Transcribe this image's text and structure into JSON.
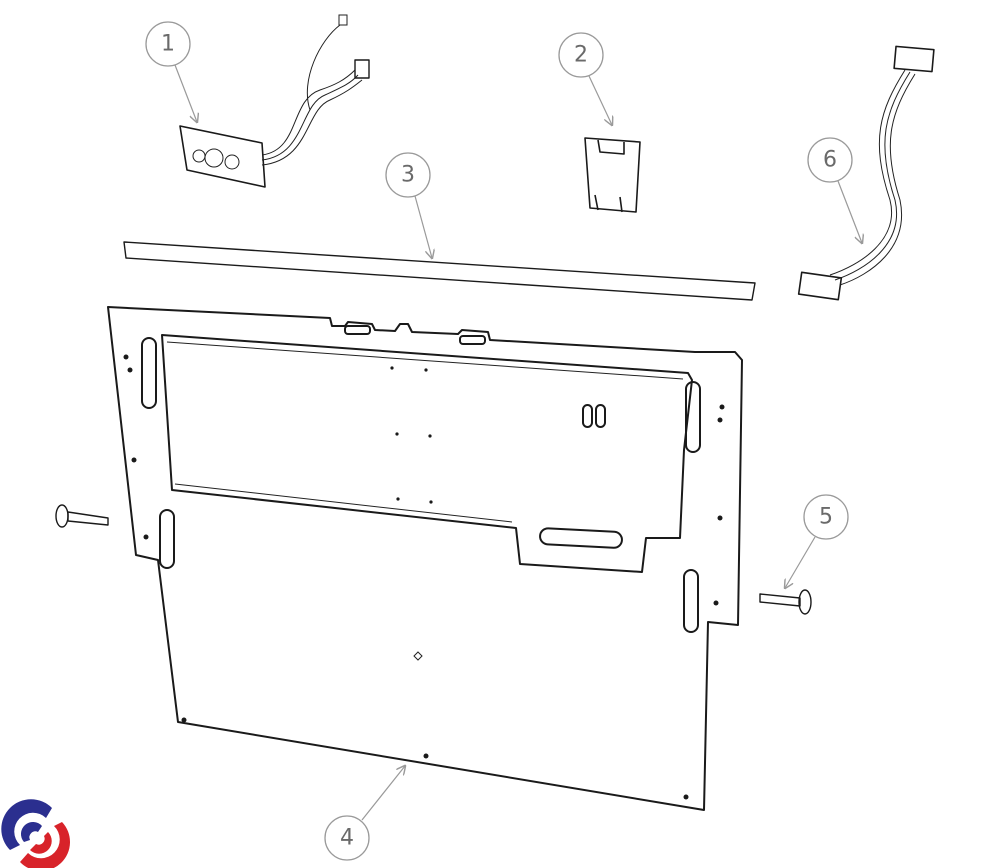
{
  "diagram": {
    "callouts": [
      {
        "label": "1",
        "part": "control-panel-with-harness"
      },
      {
        "label": "2",
        "part": "switch-bracket"
      },
      {
        "label": "3",
        "part": "trim-strip"
      },
      {
        "label": "4",
        "part": "front-panel"
      },
      {
        "label": "5",
        "part": "mounting-pin"
      },
      {
        "label": "6",
        "part": "connector-cable"
      }
    ],
    "colors": {
      "logo_blue": "#2b2f8f",
      "logo_red": "#d8232a",
      "callout": "#9a9a9a"
    }
  }
}
